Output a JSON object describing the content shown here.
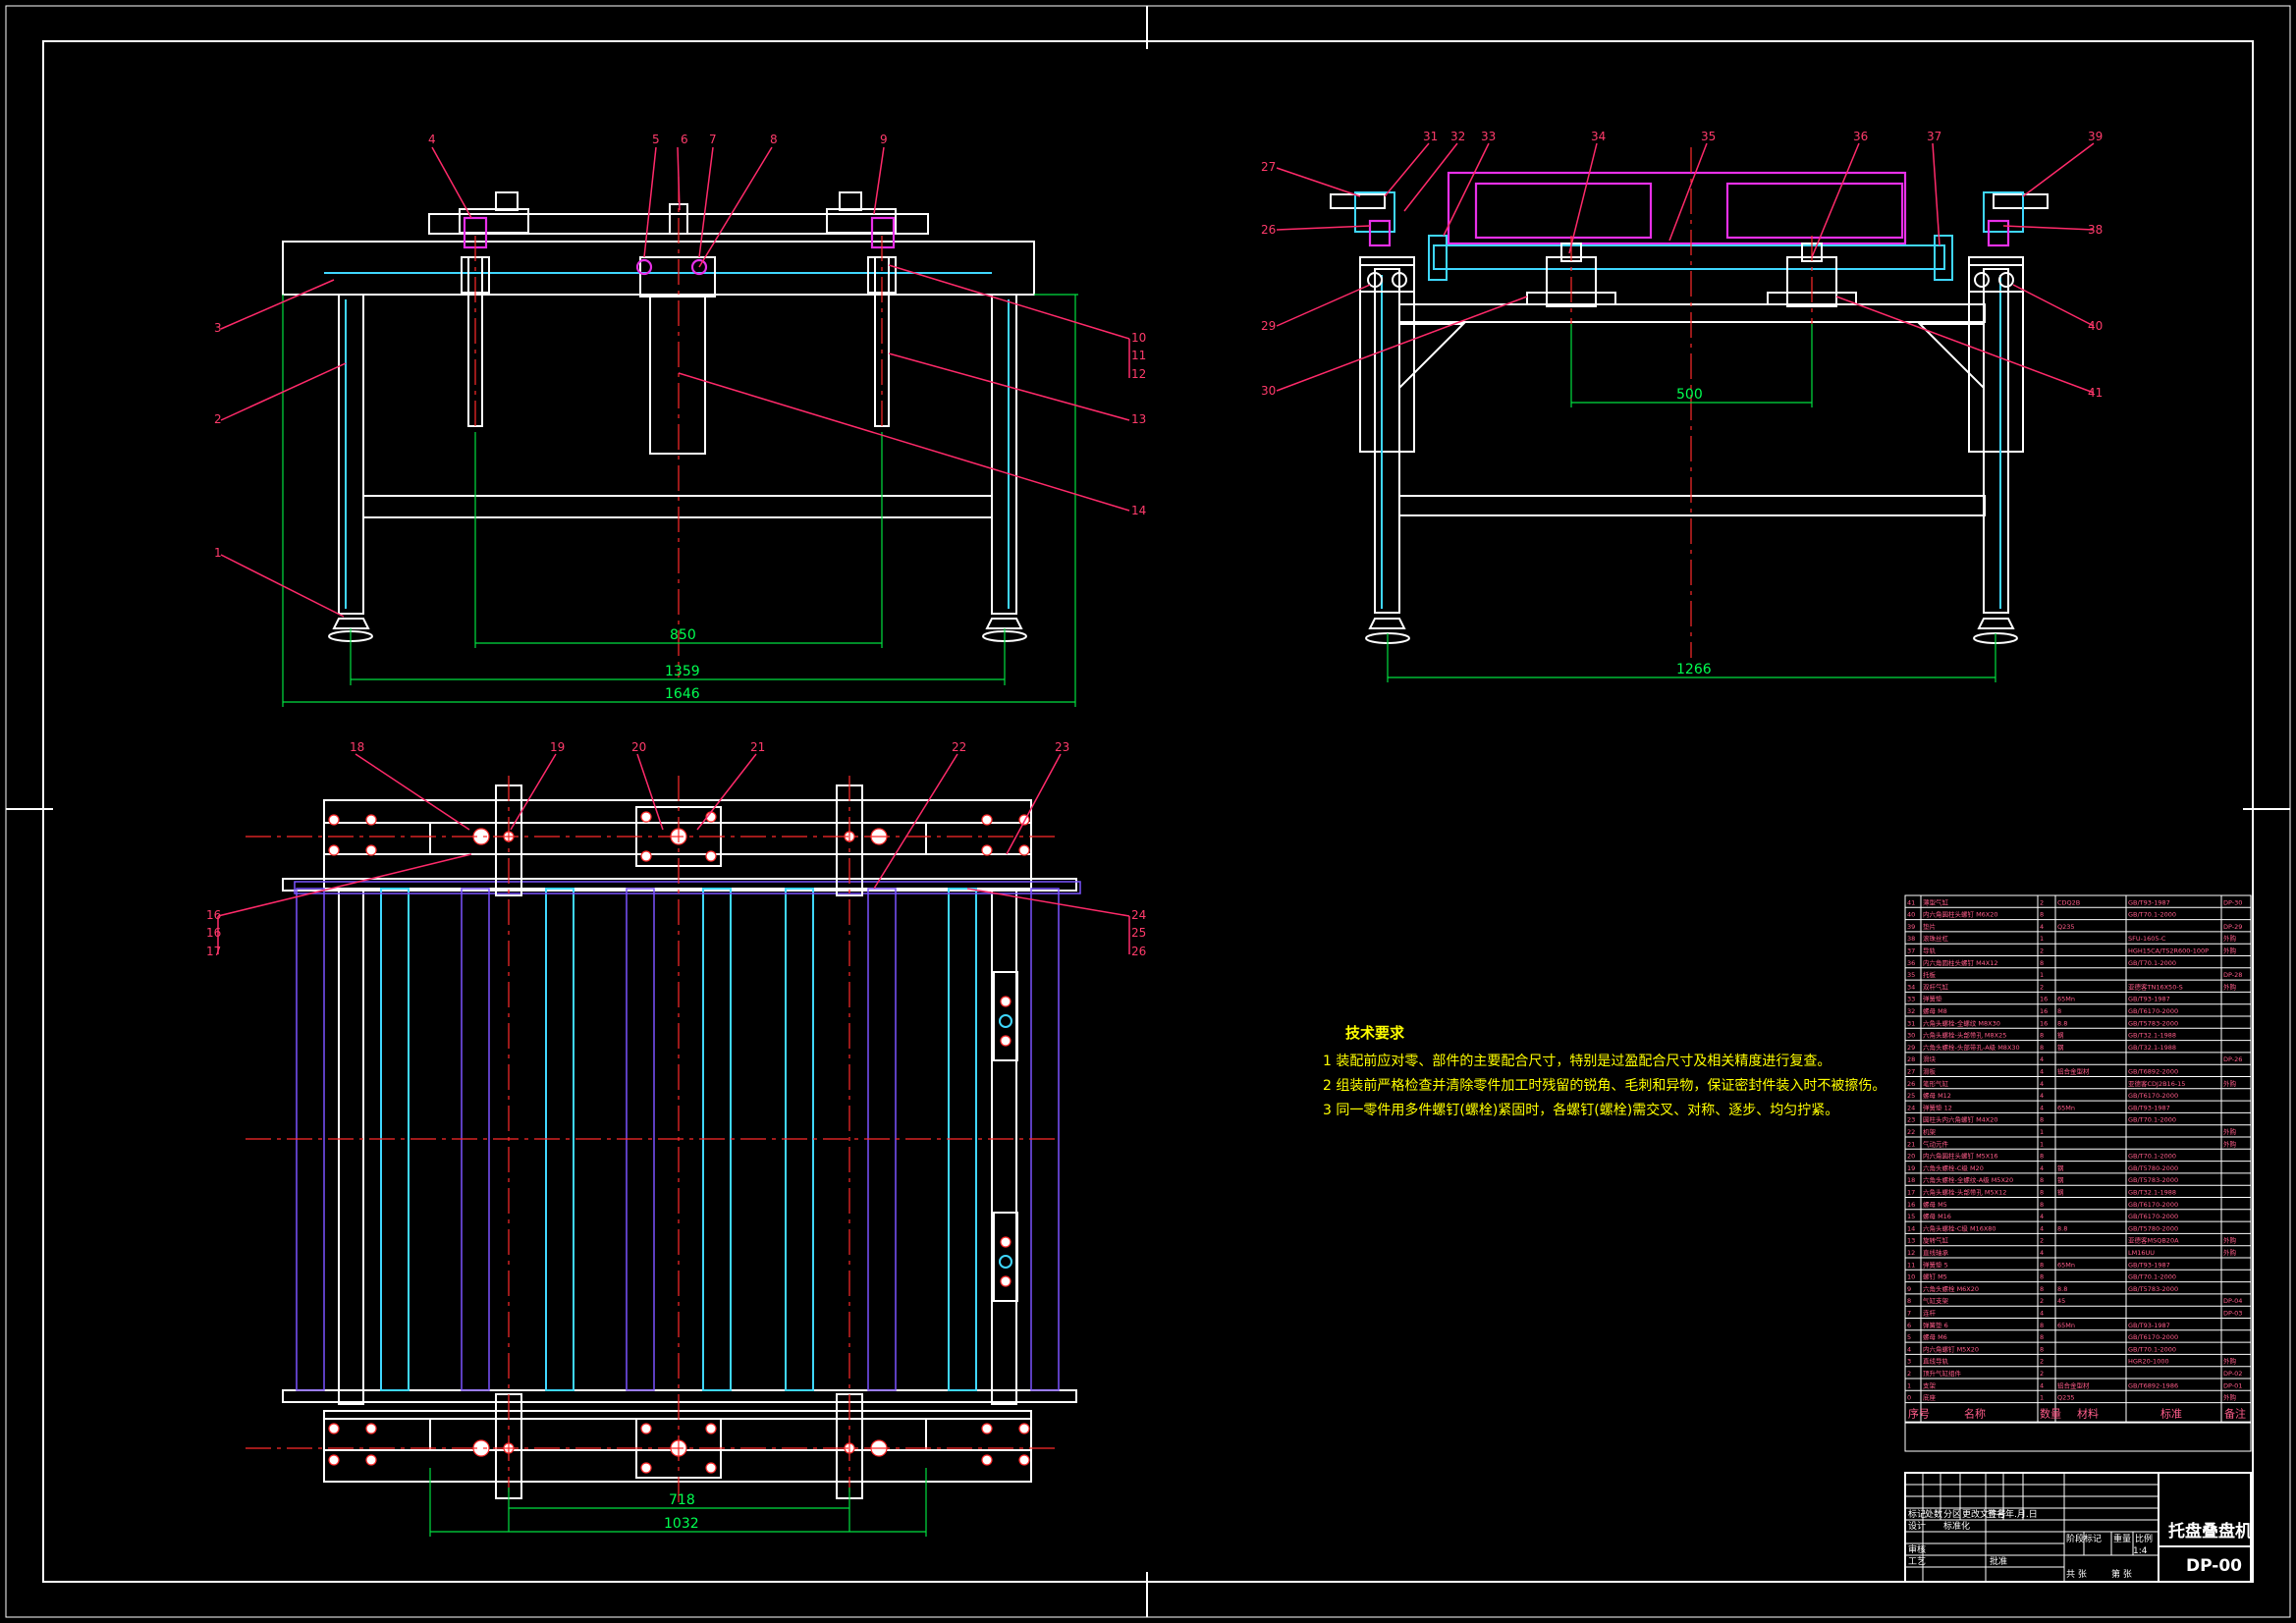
{
  "dimensions": {
    "front_a": "850",
    "front_b": "1359",
    "front_c": "1646",
    "side_a": "500",
    "side_b": "1266",
    "top_a": "718",
    "top_b": "1032"
  },
  "balloons": {
    "front": [
      "4",
      "5",
      "6",
      "7",
      "8",
      "9",
      "3",
      "2",
      "1",
      "10",
      "11",
      "12",
      "13",
      "14"
    ],
    "side": [
      "27",
      "31",
      "32",
      "33",
      "34",
      "35",
      "36",
      "37",
      "39",
      "26",
      "38",
      "29",
      "40",
      "30",
      "41"
    ],
    "top": [
      "18",
      "19",
      "20",
      "21",
      "22",
      "23",
      "16",
      "16",
      "17",
      "24",
      "25",
      "26"
    ]
  },
  "tech": {
    "title": "技术要求",
    "lines": [
      "1 装配前应对零、部件的主要配合尺寸，特别是过盈配合尺寸及相关精度进行复查。",
      "2 组装前严格检查并清除零件加工时残留的锐角、毛刺和异物，保证密封件装入时不被擦伤。",
      "3 同一零件用多件螺钉(螺栓)紧固时，各螺钉(螺栓)需交叉、对称、逐步、均匀拧紧。"
    ]
  },
  "bom": {
    "rows": [
      [
        "41",
        "薄型气缸",
        "2",
        "CDQ2B",
        "GB/T93-1987",
        "DP-30"
      ],
      [
        "40",
        "内六角圆柱头螺钉 M6X20",
        "8",
        "",
        "GB/T70.1-2000",
        ""
      ],
      [
        "39",
        "垫片",
        "4",
        "Q235",
        "",
        "DP-29"
      ],
      [
        "38",
        "滚珠丝杠",
        "1",
        "",
        "SFU-1605-C",
        "外购"
      ],
      [
        "37",
        "导轨",
        "2",
        "",
        "HGH15CA/TS2R600-100P",
        "外购"
      ],
      [
        "36",
        "内六角圆柱头螺钉 M4X12",
        "8",
        "",
        "GB/T70.1-2000",
        ""
      ],
      [
        "35",
        "托板",
        "1",
        "",
        "",
        "DP-28"
      ],
      [
        "34",
        "双杆气缸",
        "2",
        "",
        "亚德客TN16X50-S",
        "外购"
      ],
      [
        "33",
        "弹簧垫",
        "16",
        "65Mn",
        "GB/T93-1987",
        ""
      ],
      [
        "32",
        "螺母 M8",
        "16",
        "8",
        "GB/T6170-2000",
        ""
      ],
      [
        "31",
        "六角头螺栓-全螺纹 M8X30",
        "16",
        "8.8",
        "GB/T5783-2000",
        ""
      ],
      [
        "30",
        "六角头螺栓-头部带孔 M8X25",
        "8",
        "钢",
        "GB/T32.1-1988",
        ""
      ],
      [
        "29",
        "六角头螺栓-头部带孔-A级 M8X30",
        "8",
        "钢",
        "GB/T32.1-1988",
        ""
      ],
      [
        "28",
        "滑块",
        "4",
        "",
        "",
        "DP-26"
      ],
      [
        "27",
        "滑板",
        "4",
        "铝合金型材",
        "GB/T6892-2000",
        ""
      ],
      [
        "26",
        "笔形气缸",
        "4",
        "",
        "亚德客CDJ2B16-15",
        "外购"
      ],
      [
        "25",
        "螺母 M12",
        "4",
        "",
        "GB/T6170-2000",
        ""
      ],
      [
        "24",
        "弹簧垫 12",
        "4",
        "65Mn",
        "GB/T93-1987",
        ""
      ],
      [
        "23",
        "圆柱头内六角螺钉 M4X20",
        "8",
        "",
        "GB/T70.1-2000",
        ""
      ],
      [
        "22",
        "机架",
        "1",
        "",
        "",
        "外购"
      ],
      [
        "21",
        "气动元件",
        "1",
        "",
        "",
        "外购"
      ],
      [
        "20",
        "内六角圆柱头螺钉 M5X16",
        "8",
        "",
        "GB/T70.1-2000",
        ""
      ],
      [
        "19",
        "六角头螺栓-C级 M20",
        "4",
        "钢",
        "GB/T5780-2000",
        ""
      ],
      [
        "18",
        "六角头螺栓-全螺纹-A级 M5X20",
        "8",
        "钢",
        "GB/T5783-2000",
        ""
      ],
      [
        "17",
        "六角头螺栓-头部带孔 M5X12",
        "8",
        "钢",
        "GB/T32.1-1988",
        ""
      ],
      [
        "16",
        "螺母 M5",
        "8",
        "",
        "GB/T6170-2000",
        ""
      ],
      [
        "15",
        "螺母 M16",
        "4",
        "",
        "GB/T6170-2000",
        ""
      ],
      [
        "14",
        "六角头螺栓-C级 M16X80",
        "4",
        "8.8",
        "GB/T5780-2000",
        ""
      ],
      [
        "13",
        "旋转气缸",
        "2",
        "",
        "亚德客MSQB20A",
        "外购"
      ],
      [
        "12",
        "直线轴承",
        "4",
        "",
        "LM16UU",
        "外购"
      ],
      [
        "11",
        "弹簧垫 5",
        "8",
        "65Mn",
        "GB/T93-1987",
        ""
      ],
      [
        "10",
        "螺钉 M5",
        "8",
        "",
        "GB/T70.1-2000",
        ""
      ],
      [
        "9",
        "六角头螺栓 M6X20",
        "8",
        "8.8",
        "GB/T5783-2000",
        ""
      ],
      [
        "8",
        "气缸支架",
        "2",
        "45",
        "",
        "DP-04"
      ],
      [
        "7",
        "连杆",
        "4",
        "",
        "",
        "DP-03"
      ],
      [
        "6",
        "弹簧垫 6",
        "8",
        "65Mn",
        "GB/T93-1987",
        ""
      ],
      [
        "5",
        "螺母 M6",
        "8",
        "",
        "GB/T6170-2000",
        ""
      ],
      [
        "4",
        "内六角螺钉 M5X20",
        "8",
        "",
        "GB/T70.1-2000",
        ""
      ],
      [
        "3",
        "直线导轨",
        "2",
        "",
        "HGR20-1000",
        "外购"
      ],
      [
        "2",
        "顶升气缸组件",
        "2",
        "",
        "",
        "DP-02"
      ],
      [
        "1",
        "支架",
        "4",
        "铝合金型材",
        "GB/T6892-1986",
        "DP-01"
      ],
      [
        "0",
        "底座",
        "1",
        "Q235",
        "",
        "外购"
      ]
    ],
    "header": [
      "序号",
      "名称",
      "数量",
      "材料",
      "标准",
      "备注"
    ]
  },
  "title_block": {
    "title": "托盘叠盘机",
    "drawing_no": "DP-00",
    "scale": "1:4",
    "cells": [
      "标记",
      "处数",
      "分区",
      "更改文件号",
      "签名",
      "年.月.日",
      "设计",
      "标准化",
      "审核",
      "工艺",
      "批准",
      "阶段标记",
      "重量",
      "比例",
      "共 张",
      "第 张"
    ]
  }
}
